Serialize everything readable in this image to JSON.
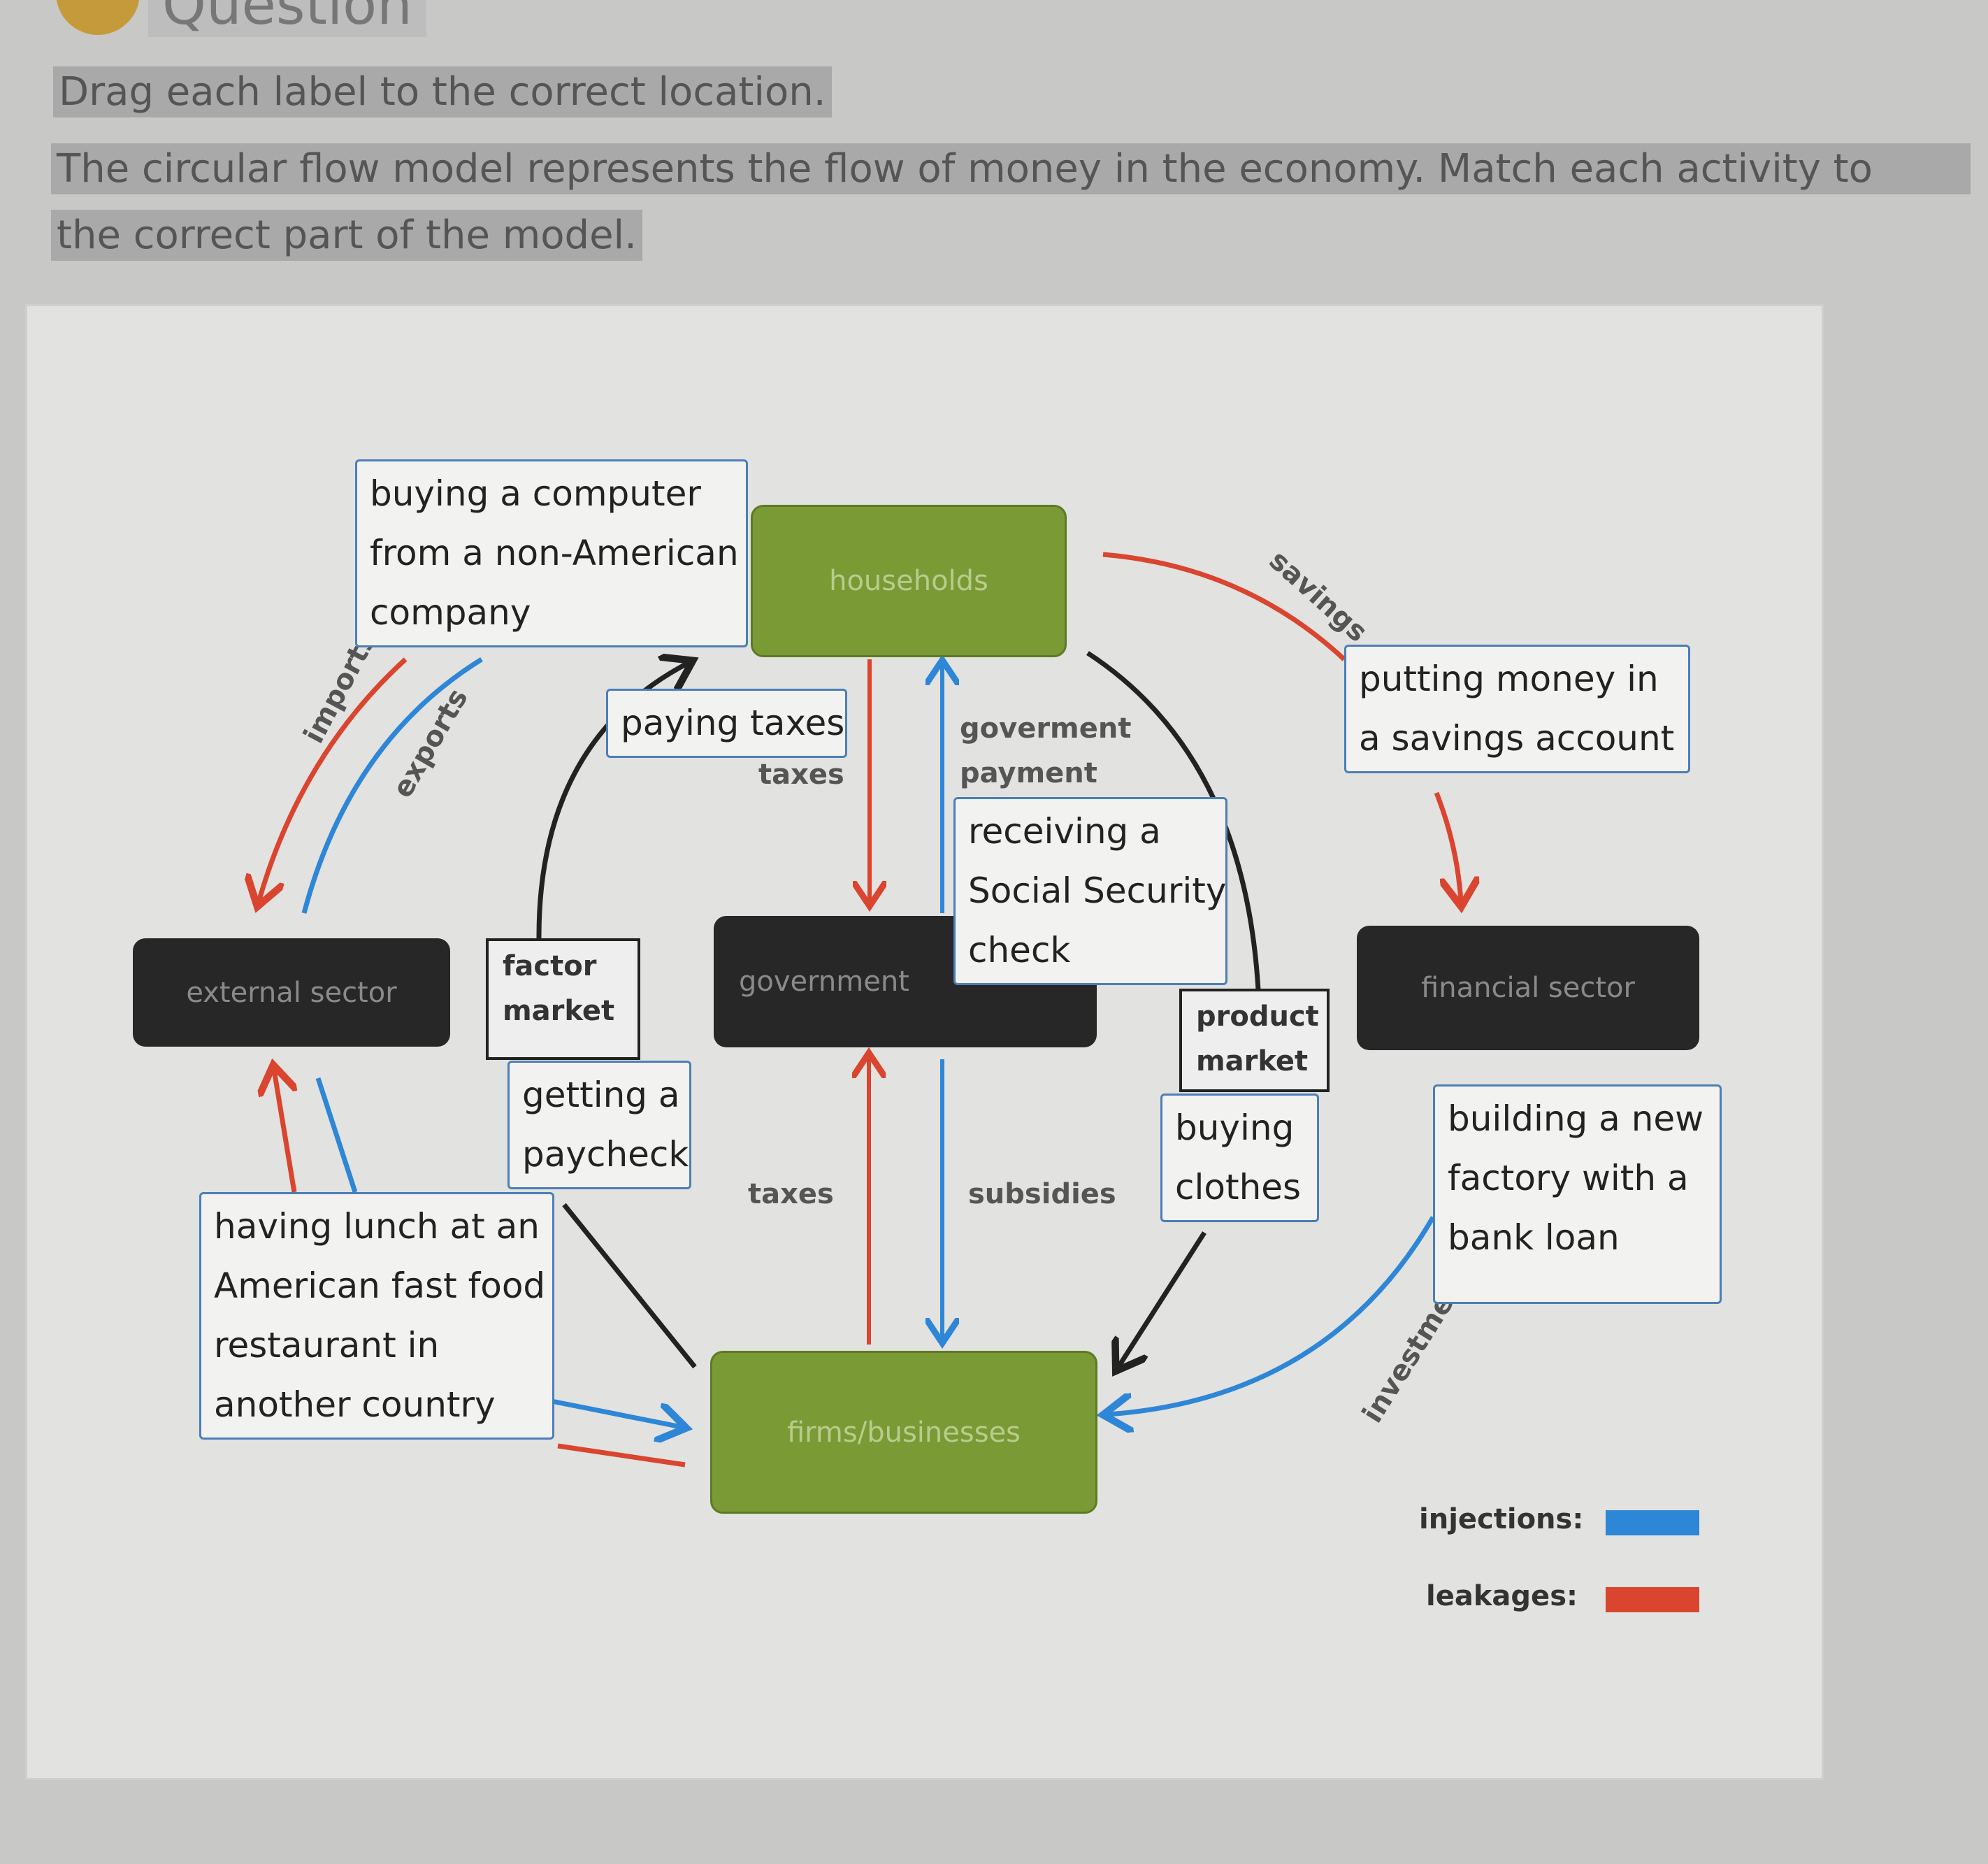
{
  "header": {
    "title": "Question",
    "instruction": "Drag each label to the correct location.",
    "prompt_line1": "The circular flow model represents the flow of money in the economy. Match each activity to",
    "prompt_line2": "the correct part of the model."
  },
  "diagram": {
    "nodes": {
      "households": "households",
      "government": "government",
      "firms": "firms/businesses",
      "external": "external sector",
      "financial": "financial sector",
      "factor_market_l1": "factor",
      "factor_market_l2": "market",
      "product_market_l1": "product",
      "product_market_l2": "market"
    },
    "flows": {
      "imports": "imports",
      "exports": "exports",
      "savings": "savings",
      "taxes_top": "taxes",
      "gov_payment_l1": "goverment",
      "gov_payment_l2": "payment",
      "taxes_bottom": "taxes",
      "subsidies": "subsidies",
      "investment": "investment"
    },
    "labels": {
      "computer": [
        "buying a computer",
        "from a non-American",
        "company"
      ],
      "paying_taxes": [
        "paying taxes"
      ],
      "social_security": [
        "receiving a",
        "Social Security",
        "check"
      ],
      "savings_account": [
        "putting money in",
        "a savings account"
      ],
      "paycheck": [
        "getting a",
        "paycheck"
      ],
      "lunch": [
        "having lunch at an",
        "American fast food",
        "restaurant in",
        "another country"
      ],
      "clothes": [
        "buying",
        "clothes"
      ],
      "factory": [
        "building a new",
        "factory with a",
        "bank loan"
      ]
    },
    "legend": {
      "injections": "injections:",
      "leakages": "leakages:",
      "injection_color": "#2e86d6",
      "leakage_color": "#d9452f"
    }
  }
}
